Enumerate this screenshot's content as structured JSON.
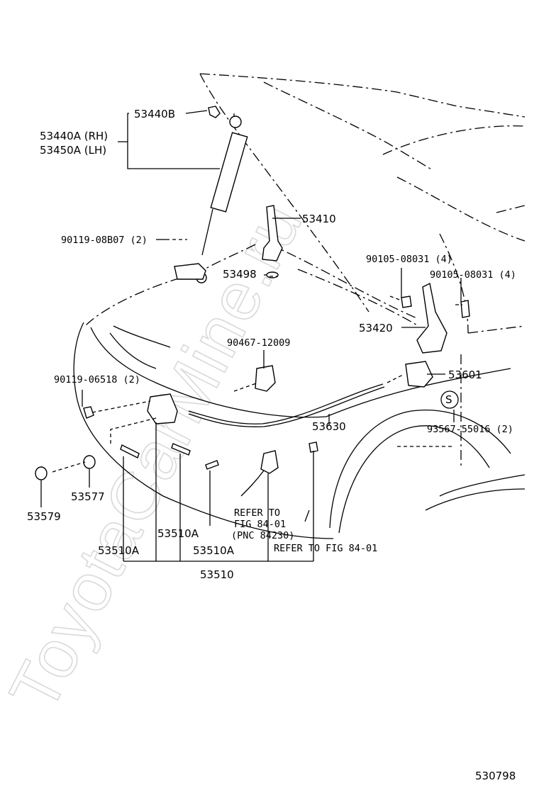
{
  "watermark": "ToyotaCarMine.ru",
  "labels": {
    "p53440B": "53440B",
    "p53440A": "53440A (RH)",
    "p53450A": "53450A (LH)",
    "p53410": "53410",
    "p90119_08B07": "90119-08B07 (2)",
    "p53498": "53498",
    "p90105_a": "90105-08031 (4)",
    "p90105_b": "90105-08031 (4)",
    "p53420": "53420",
    "p90467": "90467-12009",
    "p53601": "53601",
    "p90119_06518": "90119-06518 (2)",
    "s_mark": "S",
    "p93567": "93567-55016 (2)",
    "p53630": "53630",
    "p53577": "53577",
    "p53579": "53579",
    "refer1_l1": "REFER TO",
    "refer1_l2": "FIG 84-01",
    "refer1_l3": "(PNC 84230)",
    "refer2": "REFER TO FIG 84-01",
    "p53510A_1": "53510A",
    "p53510A_2": "53510A",
    "p53510A_3": "53510A",
    "p53510": "53510",
    "fig_no": "530798"
  }
}
